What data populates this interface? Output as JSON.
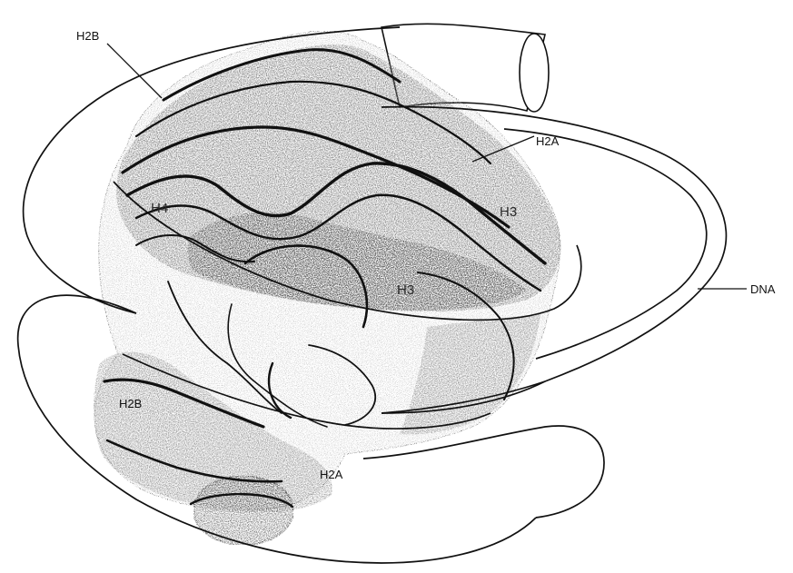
{
  "labels": {
    "h2b_top": "H2B",
    "h2a_top": "H2A",
    "h4": "H4",
    "h3_right": "H3",
    "h3_center": "H3",
    "dna": "DNA",
    "h2b_bottom": "H2B",
    "h2a_bottom": "H2A"
  },
  "colors": {
    "ink": "#111111",
    "stipple_dark": "#5a5a5a",
    "stipple_mid": "#9a9a9a",
    "stipple_light": "#cfcfcf",
    "paper": "#ffffff"
  }
}
